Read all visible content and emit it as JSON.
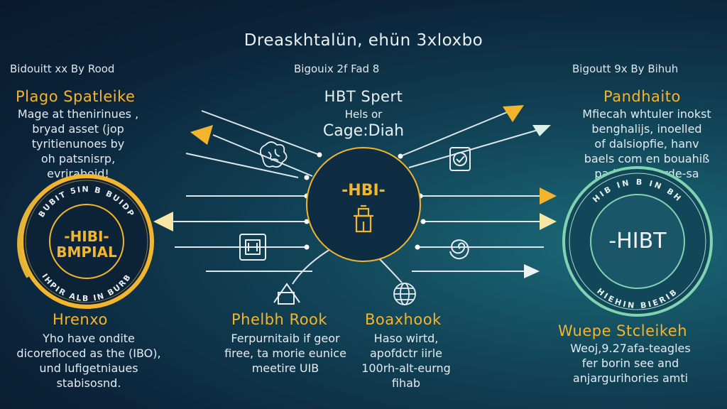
{
  "title": "Dreaskhtalün, ehün 3xloxbo",
  "columns": {
    "left_header": "Bidouitt xx By Rood",
    "center_header": "Bigouix 2f Fad 8",
    "right_header": "Bigoutt 9x By Bihuh"
  },
  "left_block": {
    "heading": "Plago Spatleike",
    "lines": [
      "Mage at thenirinues ,",
      "bryad asset (jop",
      "tyritienunoes by",
      "oh patsnisrp,",
      "evriraboid!"
    ]
  },
  "center_top": {
    "heading": "HBT Spert",
    "sub": "Hels or",
    "label": "Cage:Diah"
  },
  "right_block": {
    "heading": "Pandhaito",
    "lines": [
      "Mfiecah whtuler inokst",
      "benghalijs, inoelled",
      "of dalsiopfie, hanv",
      "baels com en bouahiß",
      "pad anda!forde-sa"
    ]
  },
  "left_seal": {
    "label_top": "-HIBI-",
    "label_bottom": "BMPIAL",
    "ring_top": "BUBIT 5IN B BUIDP",
    "ring_bottom": "IHPIR ALB IN BURB"
  },
  "center_hub": {
    "label": "-HBI-"
  },
  "right_seal": {
    "label": "-HIBT",
    "ring_top": "HIB IN B IN BH",
    "ring_bottom": "HIEHIN BIERIB"
  },
  "left_bottom": {
    "heading": "Hrenxo",
    "lines": [
      "Yho have ondite",
      "dicorefloced as the (IBO),",
      "und lufigetniaues",
      "stabisosnd."
    ]
  },
  "center_bottom_left": {
    "heading": "Phelbh Rook",
    "lines": [
      "Ferpurnitaib if geor",
      "firee, ta morie eunice",
      "meetire UIB"
    ]
  },
  "center_bottom_right": {
    "heading": "Boaxhook",
    "lines": [
      "Haso wirtd,",
      "apofdctr iirle",
      "100rh-alt-eurng",
      "fihab"
    ]
  },
  "right_bottom": {
    "heading": "Wuepe Stcleikeh",
    "lines": [
      "Weoj,9.27afa-teagles",
      "fer borin see and",
      "anjargurihories amti"
    ]
  },
  "icons": [
    "brain-icon",
    "castle-tower-icon",
    "chip-icon",
    "house-icon",
    "globe-icon",
    "shield-check-icon",
    "spiral-icon"
  ],
  "colors": {
    "gold": "#f3b52e",
    "teal": "#7fd3b0",
    "line": "#dfe6ea",
    "background": "#0b2238"
  }
}
